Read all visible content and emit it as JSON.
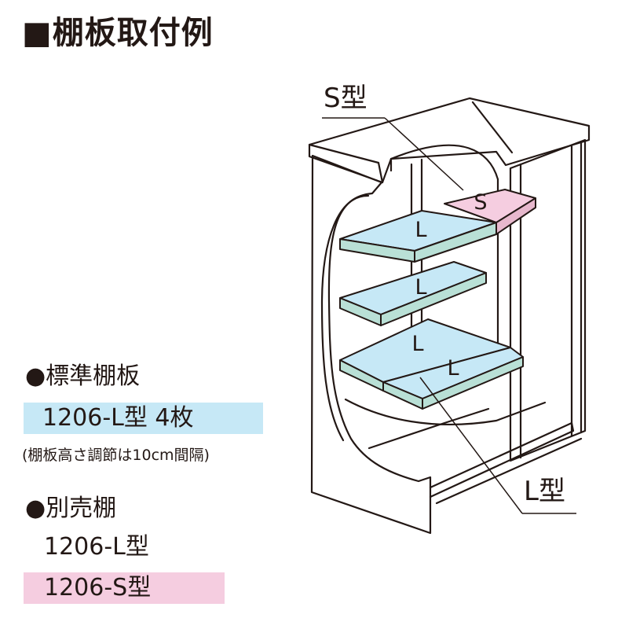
{
  "title": "■棚板取付例",
  "standard": {
    "heading": "●標準棚板",
    "spec": "1206-L型 4枚",
    "note": "(棚板高さ調節は10cm間隔)"
  },
  "optional": {
    "heading": "●別売棚",
    "l_type": "1206-L型",
    "s_type": "1206-S型"
  },
  "diagram": {
    "s_callout": "S型",
    "l_callout": "L型",
    "shelf_s": "S",
    "shelf_l": "L"
  },
  "colors": {
    "line": "#231815",
    "shelf_l_top": "#c6e8f6",
    "shelf_l_edge": "#b9e0d6",
    "shelf_s_top": "#f5cde0",
    "shelf_s_edge": "#e7b8cd"
  }
}
